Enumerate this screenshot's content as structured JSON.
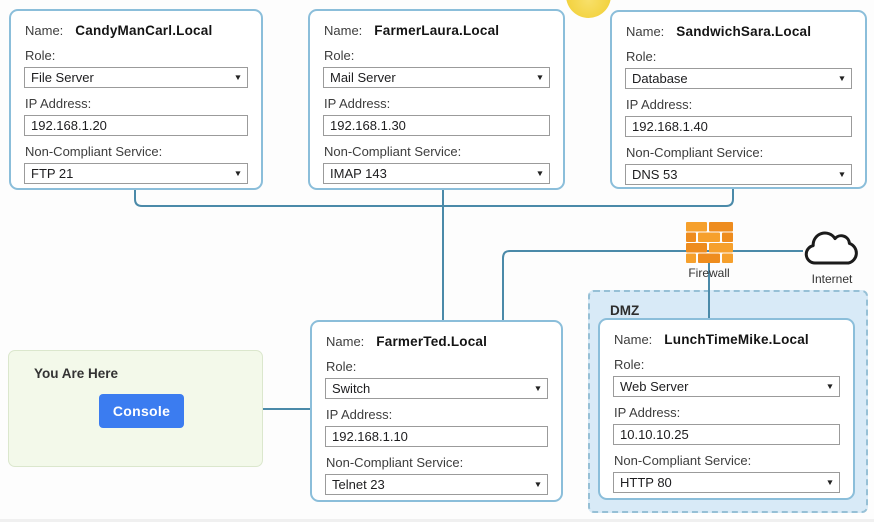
{
  "labels": {
    "name": "Name:",
    "role": "Role:",
    "ip": "IP Address:",
    "service": "Non-Compliant Service:"
  },
  "nodes": [
    {
      "name": "CandyManCarl.Local",
      "role": "File Server",
      "ip": "192.168.1.20",
      "service": "FTP 21"
    },
    {
      "name": "FarmerLaura.Local",
      "role": "Mail Server",
      "ip": "192.168.1.30",
      "service": "IMAP 143"
    },
    {
      "name": "SandwichSara.Local",
      "role": "Database",
      "ip": "192.168.1.40",
      "service": "DNS 53"
    },
    {
      "name": "FarmerTed.Local",
      "role": "Switch",
      "ip": "192.168.1.10",
      "service": "Telnet 23"
    },
    {
      "name": "LunchTimeMike.Local",
      "role": "Web Server",
      "ip": "10.10.10.25",
      "service": "HTTP 80"
    }
  ],
  "network": {
    "dmz_label": "DMZ",
    "firewall_label": "Firewall",
    "internet_label": "Internet"
  },
  "you_are_here": {
    "title": "You Are Here",
    "console_button": "Console"
  },
  "glyphs": {
    "dropdown_caret": "▼"
  },
  "colors": {
    "connector_line": "#4b8aa9",
    "panel_border": "#8bbeda",
    "dmz_fill": "#d8eaf7",
    "dmz_border": "#96c0d6",
    "console_button_blue": "#3b7cf0",
    "you_are_here_fill": "#f3f9ea",
    "firewall_orange_light": "#f6a02c",
    "firewall_orange_dark": "#ee8c1e",
    "highlight_yellow": "#f1cf35"
  }
}
